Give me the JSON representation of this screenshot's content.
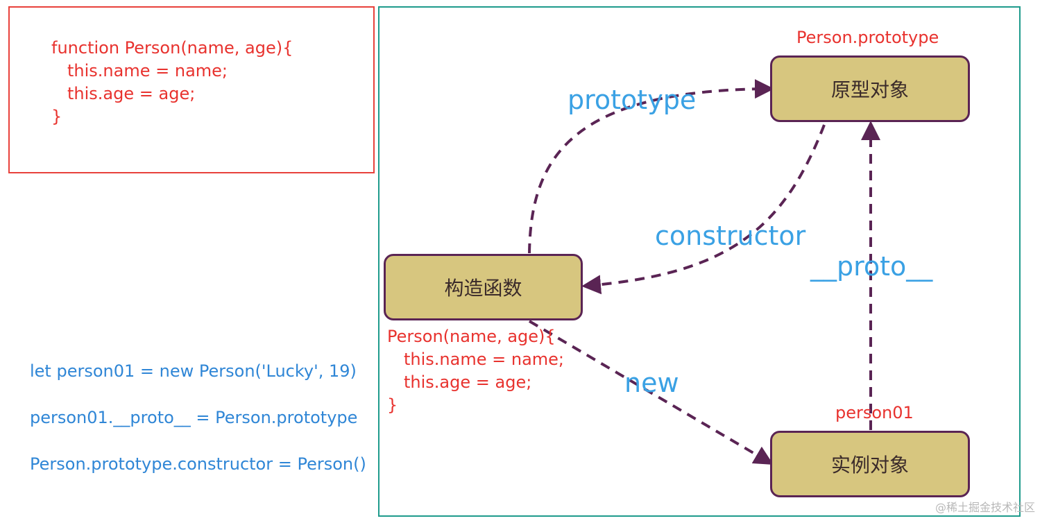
{
  "code_box": {
    "lines": [
      "function Person(name, age){",
      "this.name = name;",
      "this.age = age;",
      "}"
    ]
  },
  "js_statements": [
    "let person01 = new Person('Lucky', 19)",
    "person01.__proto__ = Person.prototype",
    "Person.prototype.constructor = Person()"
  ],
  "diagram": {
    "nodes": {
      "prototype_object": {
        "text": "原型对象",
        "caption": "Person.prototype"
      },
      "constructor_fn": {
        "text": "构造函数",
        "caption_lines": [
          "Person(name, age){",
          "this.name = name;",
          "this.age = age;",
          "}"
        ]
      },
      "instance_object": {
        "text": "实例对象",
        "caption": "person01"
      }
    },
    "edges": {
      "prototype": "prototype",
      "constructor": "constructor",
      "proto": "__proto__",
      "new": "new"
    }
  },
  "watermark": "@稀土掘金技术社区",
  "colors": {
    "node_fill": "#d7c67f",
    "node_border": "#5a2454",
    "arrow": "#5a2454",
    "edge_label": "#3aa1e4",
    "code_red": "#e8322e",
    "code_blue": "#2f86d6",
    "code_box_border": "#e8413b",
    "frame_border": "#1e9b8c"
  }
}
